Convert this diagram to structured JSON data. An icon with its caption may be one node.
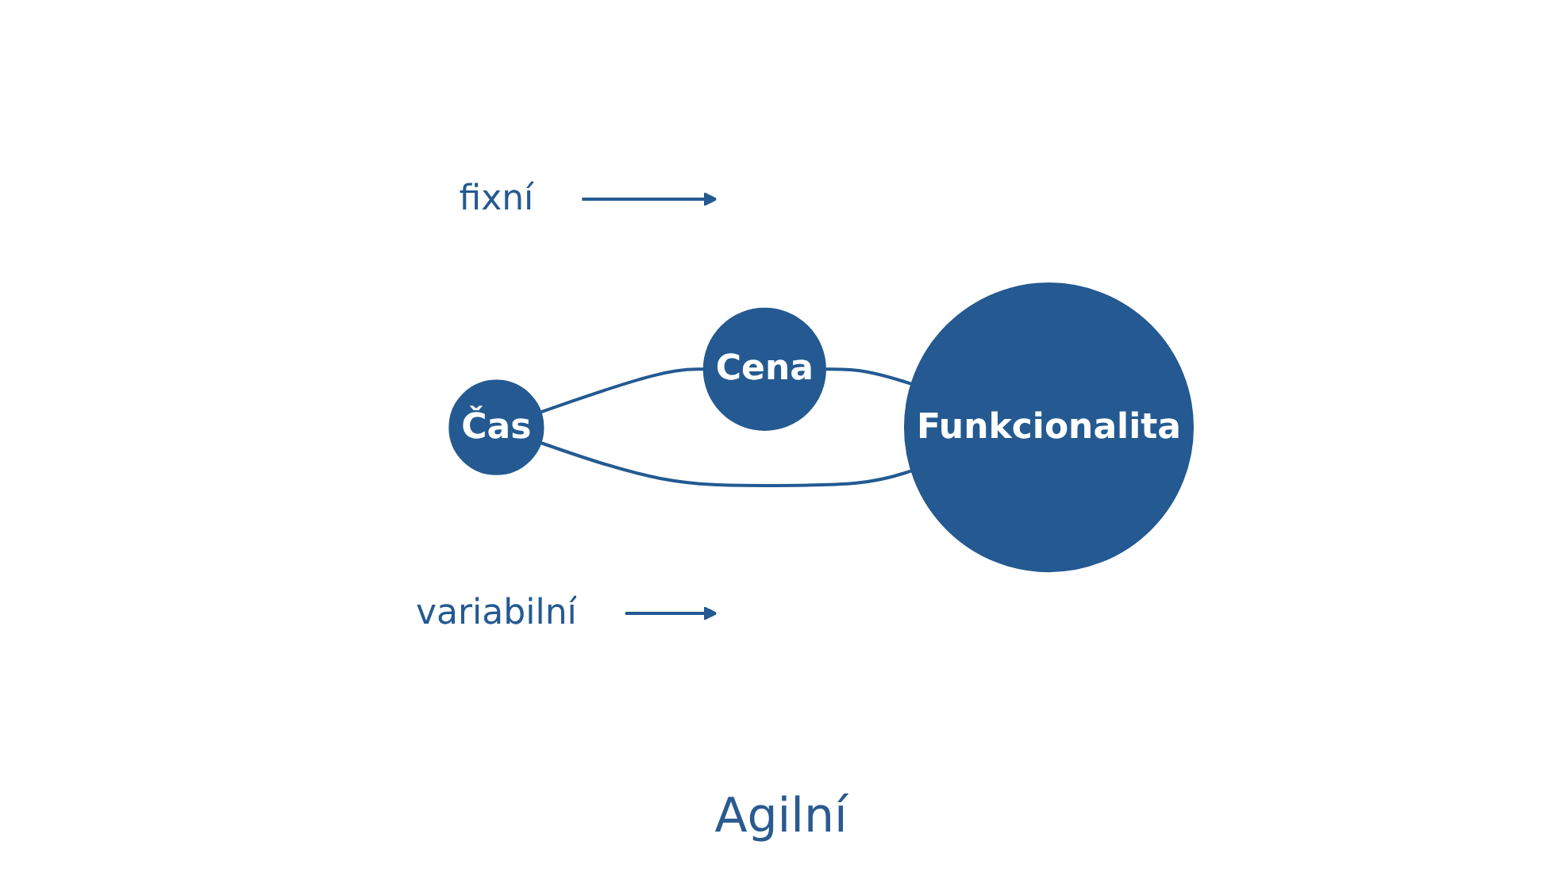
{
  "diagram": {
    "caption": "Agilní",
    "nodes": [
      {
        "text": [
          "Čas"
        ]
      },
      {
        "text": [
          "Cena"
        ]
      },
      {
        "text": [
          "Funkcionalita"
        ]
      },
      {
        "text": [
          "fixní"
        ]
      },
      {
        "text": [
          "variabilní"
        ]
      }
    ],
    "edges": [
      {
        "from": 0,
        "to": 1,
        "arrow": "none"
      },
      {
        "from": 0,
        "to": 2,
        "arrow": "none"
      },
      {
        "from": 1,
        "to": 2,
        "arrow": "none"
      },
      {
        "from": 3,
        "to": null,
        "arrow": "to"
      },
      {
        "from": 4,
        "to": null,
        "arrow": "to"
      }
    ]
  }
}
